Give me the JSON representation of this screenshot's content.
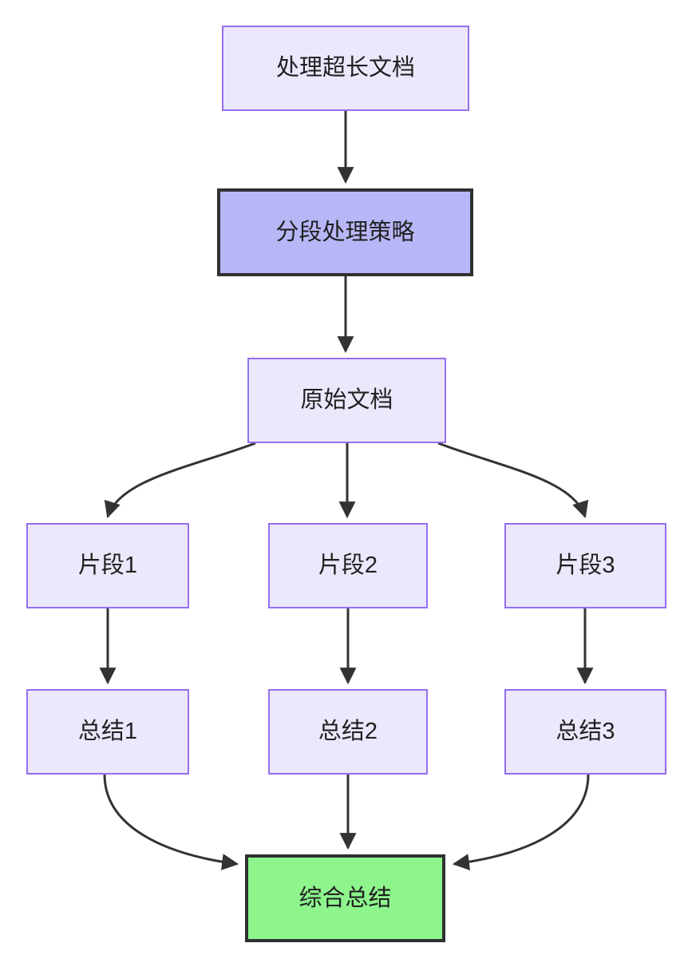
{
  "diagram": {
    "title": "",
    "type": "flowchart",
    "direction": "top-down",
    "background_color": "#ffffff",
    "node_styles": {
      "normal_fill": "#ebe8fc",
      "normal_border": "#9370f0",
      "highlight_fill": "#b7b7f7",
      "highlight_border": "#2f3131",
      "final_fill": "#8ef58d",
      "final_border": "#2f3131",
      "edge_color": "#333333",
      "text_color": "#1f2020"
    },
    "nodes": [
      {
        "id": "start",
        "label": "处理超长文档",
        "style": "normal"
      },
      {
        "id": "strategy",
        "label": "分段处理策略",
        "style": "highlight"
      },
      {
        "id": "source",
        "label": "原始文档",
        "style": "normal"
      },
      {
        "id": "frag1",
        "label": "片段1",
        "style": "normal"
      },
      {
        "id": "frag2",
        "label": "片段2",
        "style": "normal"
      },
      {
        "id": "frag3",
        "label": "片段3",
        "style": "normal"
      },
      {
        "id": "sum1",
        "label": "总结1",
        "style": "normal"
      },
      {
        "id": "sum2",
        "label": "总结2",
        "style": "normal"
      },
      {
        "id": "sum3",
        "label": "总结3",
        "style": "normal"
      },
      {
        "id": "final",
        "label": "综合总结",
        "style": "final"
      }
    ],
    "edges": [
      {
        "from": "start",
        "to": "strategy",
        "shape": "straight",
        "label": ""
      },
      {
        "from": "strategy",
        "to": "source",
        "shape": "straight",
        "label": ""
      },
      {
        "from": "source",
        "to": "frag1",
        "shape": "curved",
        "label": ""
      },
      {
        "from": "source",
        "to": "frag2",
        "shape": "straight",
        "label": ""
      },
      {
        "from": "source",
        "to": "frag3",
        "shape": "curved",
        "label": ""
      },
      {
        "from": "frag1",
        "to": "sum1",
        "shape": "straight",
        "label": ""
      },
      {
        "from": "frag2",
        "to": "sum2",
        "shape": "straight",
        "label": ""
      },
      {
        "from": "frag3",
        "to": "sum3",
        "shape": "straight",
        "label": ""
      },
      {
        "from": "sum1",
        "to": "final",
        "shape": "curved",
        "label": ""
      },
      {
        "from": "sum2",
        "to": "final",
        "shape": "straight",
        "label": ""
      },
      {
        "from": "sum3",
        "to": "final",
        "shape": "curved",
        "label": ""
      }
    ]
  }
}
